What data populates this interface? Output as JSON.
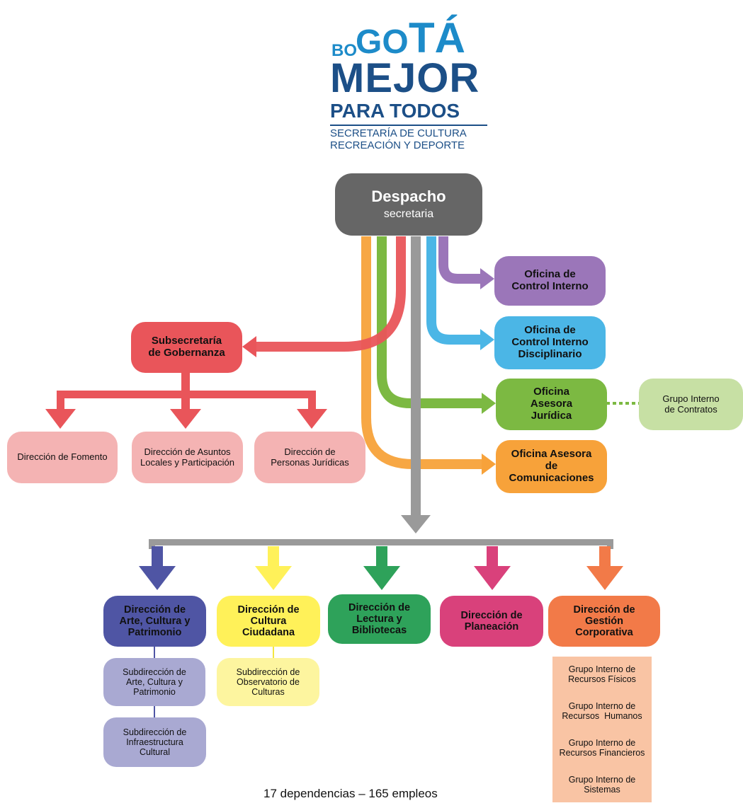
{
  "logo": {
    "line1_small": "BO",
    "line1_go": "GO",
    "line1_ta": "TÁ",
    "line2": "MEJOR",
    "line3": "PARA TODOS",
    "sub1": "SECRETARÍA DE CULTURA",
    "sub2": "RECREACIÓN Y DEPORTE"
  },
  "despacho": {
    "title": "Despacho",
    "subtitle": "secretaria"
  },
  "oficinas": {
    "control_interno": [
      "Oficina de",
      "Control Interno"
    ],
    "disciplinario": [
      "Oficina de",
      "Control Interno",
      "Disciplinario"
    ],
    "juridica": [
      "Oficina",
      "Asesora",
      "Jurídica"
    ],
    "comunicaciones": [
      "Oficina Asesora",
      "de",
      "Comunicaciones"
    ],
    "grupo_contratos": [
      "Grupo Interno",
      "de Contratos"
    ]
  },
  "subsecretaria": {
    "title": [
      "Subsecretaría",
      "de Gobernanza"
    ],
    "fomento": [
      "Dirección de Fomento"
    ],
    "asuntos": [
      "Dirección de Asuntos",
      "Locales y Participación"
    ],
    "personas": [
      "Dirección de",
      "Personas Jurídicas"
    ]
  },
  "direcciones": {
    "arte": [
      "Dirección de",
      "Arte, Cultura y",
      "Patrimonio"
    ],
    "ciudadana": [
      "Dirección de",
      "Cultura",
      "Ciudadana"
    ],
    "lectura": [
      "Dirección de",
      "Lectura y",
      "Bibliotecas"
    ],
    "planeacion": [
      "Dirección de",
      "Planeación"
    ],
    "gestion": [
      "Dirección de",
      "Gestión",
      "Corporativa"
    ]
  },
  "subdirecciones": {
    "arte_sub": [
      "Subdirección de",
      "Arte, Cultura y",
      "Patrimonio"
    ],
    "infra": [
      "Subdirección de",
      "Infraestructura",
      "Cultural"
    ],
    "observatorio": [
      "Subdirección de",
      "Observatorio de",
      "Culturas"
    ]
  },
  "grupos_gestion": [
    [
      "Grupo Interno de",
      "Recursos Físicos"
    ],
    [
      "Grupo Interno de",
      "Recursos  Humanos"
    ],
    [
      "Grupo Interno de",
      "Recursos Financieros"
    ],
    [
      "Grupo Interno de",
      "Sistemas"
    ]
  ],
  "footer": "17 dependencias – 165 empleos",
  "colors": {
    "gray": "#666666",
    "purple": "#9b76b9",
    "blue": "#4bb6e6",
    "green": "#7cb942",
    "orange": "#f7a23a",
    "red": "#e9555a",
    "pink_light": "#f4b3b3",
    "navy": "#4f55a4",
    "yellow": "#fff159",
    "dgreen": "#2ea25a",
    "magenta": "#d9417b",
    "corange": "#f27a48",
    "lavender": "#a9a9d2",
    "lightyellow": "#fdf59f",
    "lightgreen": "#c7e0a4",
    "peach": "#f9c4a4",
    "logo_blue": "#1d8bc9",
    "logo_navy": "#1c4f87"
  }
}
